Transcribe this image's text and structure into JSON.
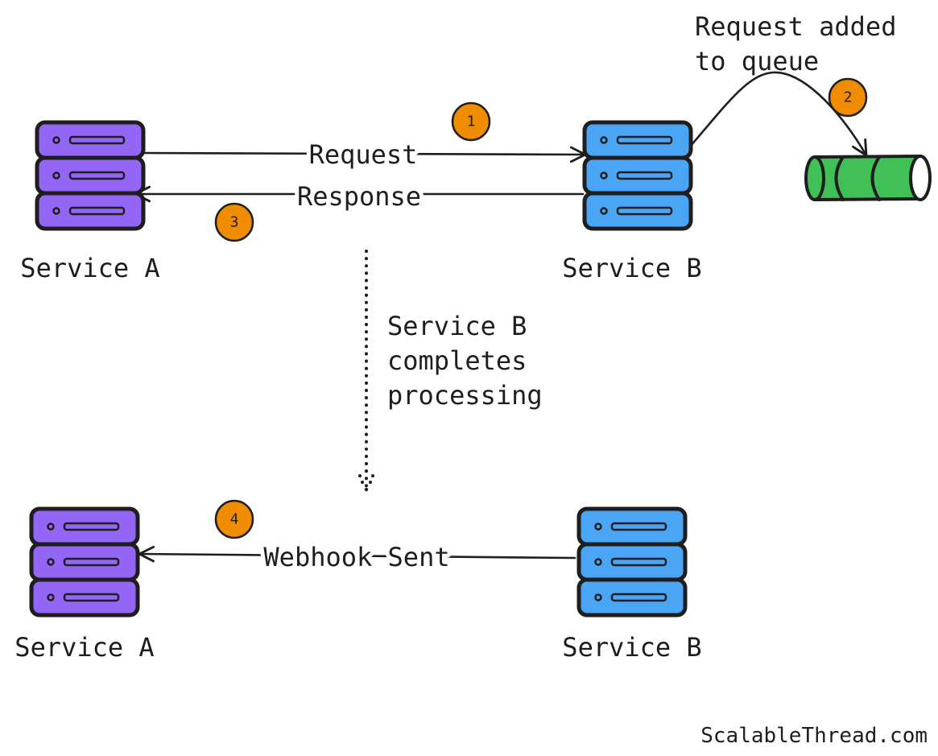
{
  "colors": {
    "service_a": "#9466f5",
    "service_b": "#4aa6f5",
    "queue": "#40c057",
    "badge": "#f08c00",
    "stroke": "#1e1e1e"
  },
  "nodes": {
    "top_service_a": "Service A",
    "top_service_b": "Service B",
    "bottom_service_a": "Service A",
    "bottom_service_b": "Service B"
  },
  "edges": {
    "request": "Request",
    "response": "Response",
    "webhook": "Webhook Sent"
  },
  "annotations": {
    "queue_line_1": "Request added",
    "queue_line_2": "to queue",
    "processing_line_1": "Service B",
    "processing_line_2": "completes",
    "processing_line_3": "processing"
  },
  "steps": {
    "step_1": "1",
    "step_2": "2",
    "step_3": "3",
    "step_4": "4"
  },
  "icons": {
    "server": "server-rack-icon",
    "queue": "queue-cylinder-icon"
  },
  "footer": {
    "brand": "ScalableThread.com"
  }
}
